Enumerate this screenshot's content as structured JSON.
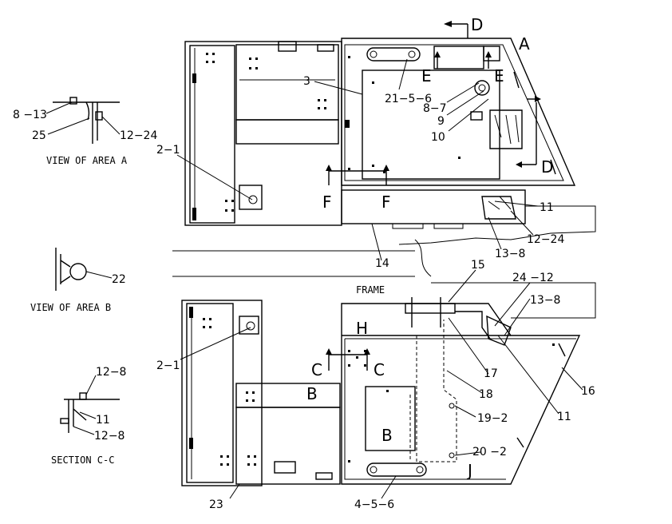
{
  "captions": {
    "view_area_a": "VIEW OF AREA A",
    "view_area_b": "VIEW OF AREA B",
    "section_cc": "SECTION C-C",
    "frame": "FRAME"
  },
  "section_letters": {
    "a": "A",
    "b1": "B",
    "b2": "B",
    "c1": "C",
    "c2": "C",
    "d1": "D",
    "d2": "D",
    "e1": "E",
    "e2": "E",
    "f1": "F",
    "f2": "F",
    "h": "H",
    "j": "J"
  },
  "callouts": {
    "c_8_13": "8 −13",
    "c_12_24_a": "12−24",
    "c_25": "25",
    "c_2_1_top": "2−1",
    "c_3": "3",
    "c_21_5_6": "21−5−6",
    "c_8_7": "8−7",
    "c_9": "9",
    "c_10": "10",
    "c_11_top": "11",
    "c_12_24_b": "12−24",
    "c_13_8_top": "13−8",
    "c_14": "14",
    "c_22": "22",
    "c_15": "15",
    "c_24_12": "24 −12",
    "c_13_8_bottom": "13−8",
    "c_2_1_bottom": "2−1",
    "c_17": "17",
    "c_18": "18",
    "c_16": "16",
    "c_11_bottom": "11",
    "c_19_2": "19−2",
    "c_20_2": "20 −2",
    "c_12_8_top": "12−8",
    "c_11_cc": "11",
    "c_12_8_bottom": "12−8",
    "c_23": "23",
    "c_4_5_6": "4−5−6"
  }
}
